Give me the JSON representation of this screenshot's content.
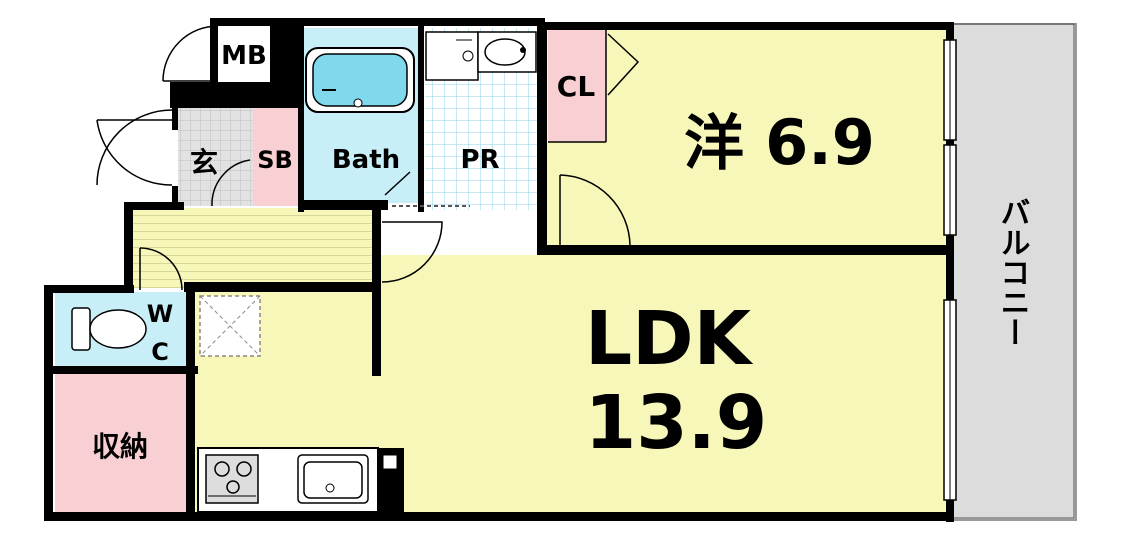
{
  "rooms": {
    "mb": "MB",
    "entrance": "玄",
    "sb": "SB",
    "bath": "Bath",
    "pr": "PR",
    "cl": "CL",
    "western_name": "洋",
    "western_size": "6.9",
    "ldk_name": "LDK",
    "ldk_size": "13.9",
    "wc_top": "W",
    "wc_bottom": "C",
    "storage": "収納",
    "balcony": "バルコニー"
  },
  "colors": {
    "yellow": "#f7f7b9",
    "blue": "#c8eff7",
    "pink": "#f8d0d3",
    "grey": "#d9d9d9",
    "balcony": "#dcdcdc",
    "wall": "#000000"
  },
  "icons": [
    "bathtub-icon",
    "washbasin-icon",
    "toilet-icon",
    "stove-icon",
    "kitchen-sink-icon",
    "door-swing-icon",
    "refrigerator-space-icon",
    "washing-machine-pan-icon"
  ]
}
